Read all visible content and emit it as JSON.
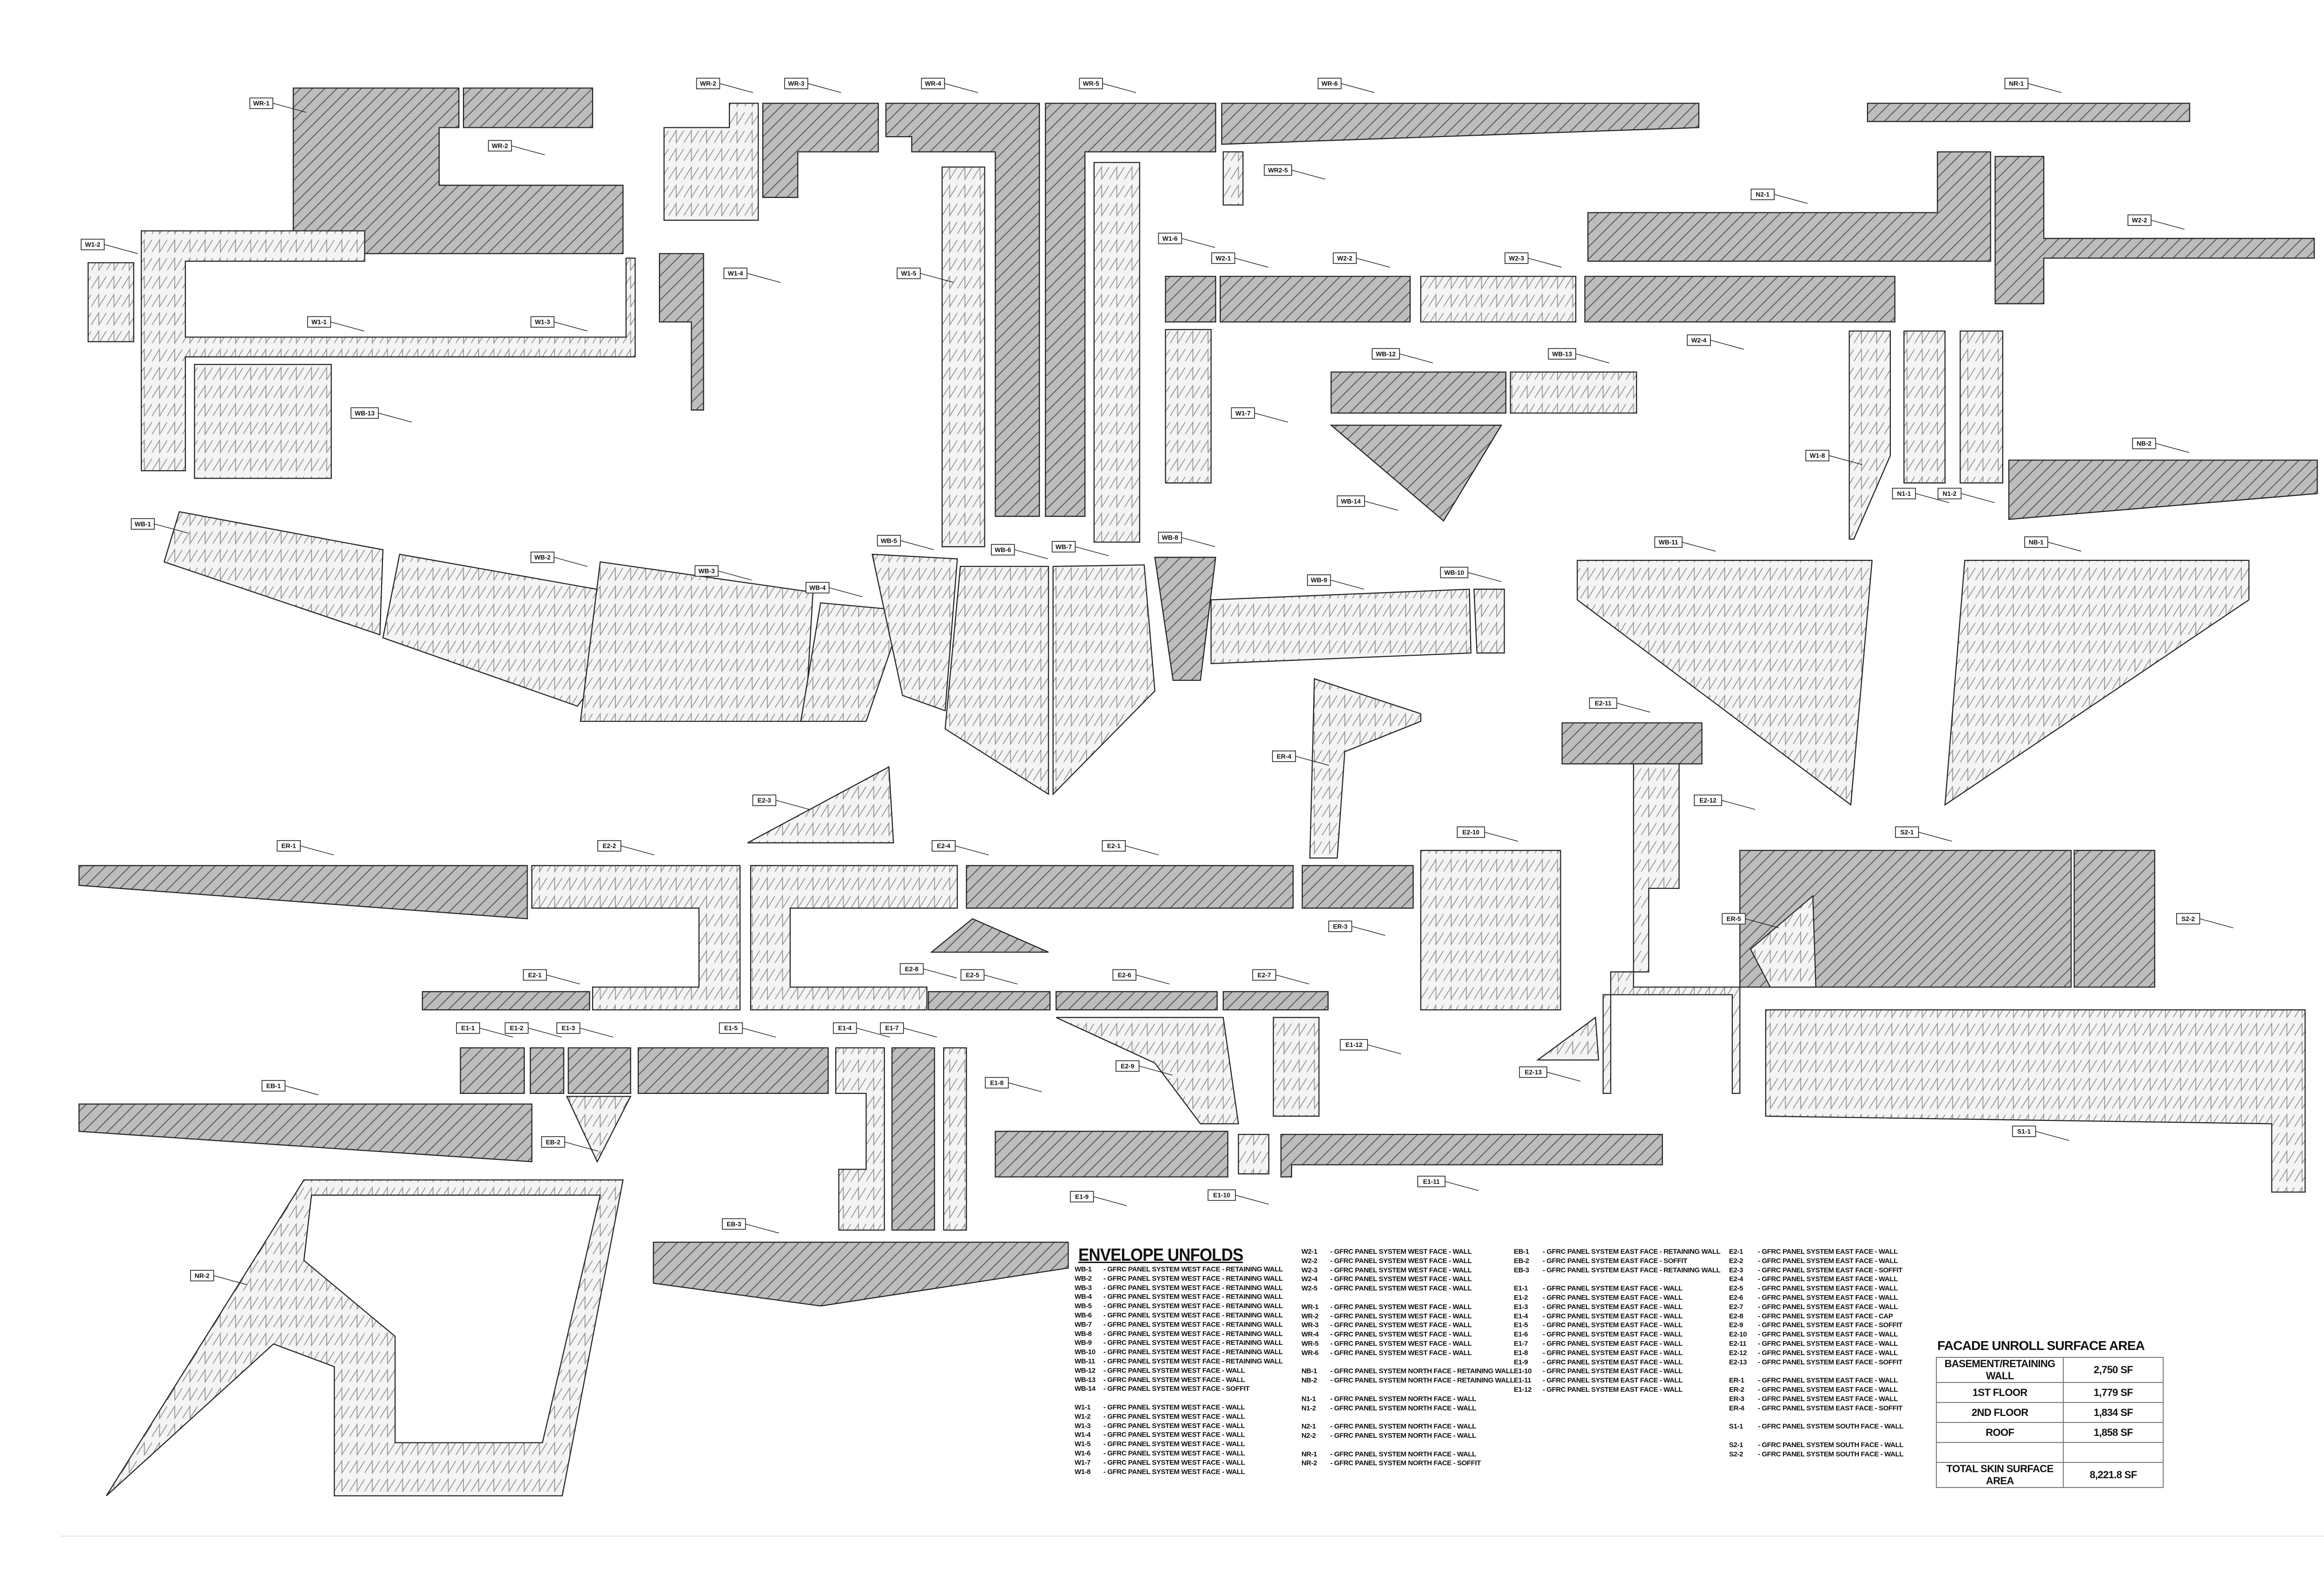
{
  "panel_labels": [
    "WR-1",
    "WR-2",
    "WR-2",
    "WR-3",
    "WR-4",
    "WR-5",
    "WR-6",
    "WR2-5",
    "NR-1",
    "W1-2",
    "W1-1",
    "W1-3",
    "WB-13",
    "W1-4",
    "W1-5",
    "W1-6",
    "W2-1",
    "W2-2",
    "W2-3",
    "W2-4",
    "N2-1",
    "W2-2",
    "W1-7",
    "WB-12",
    "WB-13",
    "WB-14",
    "W1-8",
    "N1-1",
    "N1-2",
    "NB-2",
    "WB-1",
    "WB-2",
    "WB-3",
    "WB-4",
    "WB-5",
    "WB-6",
    "WB-7",
    "WB-8",
    "WB-9",
    "WB-10",
    "WB-11",
    "NB-1",
    "ER-4",
    "E2-3",
    "ER-1",
    "E2-2",
    "E2-4",
    "E2-1",
    "ER-3",
    "E2-10",
    "E2-11",
    "E2-12",
    "E2-13",
    "S2-1",
    "S2-2",
    "ER-5",
    "E2-8",
    "E2-5",
    "E2-6",
    "E2-7",
    "E2-1",
    "E2-9",
    "E1-12",
    "S1-1",
    "E1-1",
    "E1-2",
    "E1-3",
    "E1-5",
    "E1-4",
    "E1-7",
    "E1-8",
    "EB-1",
    "EB-2",
    "E1-9",
    "E1-10",
    "E1-11",
    "EB-3",
    "NR-2"
  ],
  "legend": {
    "title": "ENVELOPE UNFOLDS",
    "columns": [
      [
        {
          "code": "WB-1",
          "desc": "-  GFRC PANEL SYSTEM WEST FACE - RETAINING WALL"
        },
        {
          "code": "WB-2",
          "desc": "-  GFRC PANEL SYSTEM WEST FACE - RETAINING WALL"
        },
        {
          "code": "WB-3",
          "desc": "-  GFRC PANEL SYSTEM WEST FACE - RETAINING WALL"
        },
        {
          "code": "WB-4",
          "desc": "-  GFRC PANEL SYSTEM WEST FACE - RETAINING WALL"
        },
        {
          "code": "WB-5",
          "desc": "-  GFRC PANEL SYSTEM WEST FACE - RETAINING WALL"
        },
        {
          "code": "WB-6",
          "desc": "-  GFRC PANEL SYSTEM WEST FACE - RETAINING WALL"
        },
        {
          "code": "WB-7",
          "desc": "-  GFRC PANEL SYSTEM WEST FACE - RETAINING WALL"
        },
        {
          "code": "WB-8",
          "desc": "-  GFRC PANEL SYSTEM WEST FACE - RETAINING WALL"
        },
        {
          "code": "WB-9",
          "desc": "-  GFRC PANEL SYSTEM WEST FACE - RETAINING WALL"
        },
        {
          "code": "WB-10",
          "desc": "-  GFRC PANEL SYSTEM WEST FACE - RETAINING WALL"
        },
        {
          "code": "WB-11",
          "desc": "-  GFRC PANEL SYSTEM WEST FACE - RETAINING WALL"
        },
        {
          "code": "WB-12",
          "desc": "-  GFRC PANEL SYSTEM WEST FACE - WALL"
        },
        {
          "code": "WB-13",
          "desc": "-  GFRC PANEL SYSTEM WEST FACE - WALL"
        },
        {
          "code": "WB-14",
          "desc": "-  GFRC PANEL SYSTEM WEST FACE - SOFFIT"
        },
        null,
        {
          "code": "W1-1",
          "desc": "-  GFRC PANEL SYSTEM WEST FACE - WALL"
        },
        {
          "code": "W1-2",
          "desc": "-  GFRC PANEL SYSTEM WEST FACE - WALL"
        },
        {
          "code": "W1-3",
          "desc": "-  GFRC PANEL SYSTEM WEST FACE - WALL"
        },
        {
          "code": "W1-4",
          "desc": "-  GFRC PANEL SYSTEM WEST FACE - WALL"
        },
        {
          "code": "W1-5",
          "desc": "-  GFRC PANEL SYSTEM WEST FACE - WALL"
        },
        {
          "code": "W1-6",
          "desc": "-  GFRC PANEL SYSTEM WEST FACE - WALL"
        },
        {
          "code": "W1-7",
          "desc": "-  GFRC PANEL SYSTEM WEST FACE - WALL"
        },
        {
          "code": "W1-8",
          "desc": "-  GFRC PANEL SYSTEM WEST FACE - WALL"
        }
      ],
      [
        {
          "code": "W2-1",
          "desc": "-  GFRC PANEL SYSTEM WEST FACE - WALL"
        },
        {
          "code": "W2-2",
          "desc": "-  GFRC PANEL SYSTEM WEST FACE - WALL"
        },
        {
          "code": "W2-3",
          "desc": "-  GFRC PANEL SYSTEM WEST FACE - WALL"
        },
        {
          "code": "W2-4",
          "desc": "-  GFRC PANEL SYSTEM WEST FACE - WALL"
        },
        {
          "code": "W2-5",
          "desc": "-  GFRC PANEL SYSTEM WEST FACE - WALL"
        },
        null,
        {
          "code": "WR-1",
          "desc": "-  GFRC PANEL SYSTEM WEST FACE - WALL"
        },
        {
          "code": "WR-2",
          "desc": "-  GFRC PANEL SYSTEM WEST FACE - WALL"
        },
        {
          "code": "WR-3",
          "desc": "-  GFRC PANEL SYSTEM WEST FACE - WALL"
        },
        {
          "code": "WR-4",
          "desc": "-  GFRC PANEL SYSTEM WEST FACE - WALL"
        },
        {
          "code": "WR-5",
          "desc": "-  GFRC PANEL SYSTEM WEST FACE - WALL"
        },
        {
          "code": "WR-6",
          "desc": "-  GFRC PANEL SYSTEM WEST FACE - WALL"
        },
        null,
        {
          "code": "NB-1",
          "desc": "-  GFRC PANEL SYSTEM NORTH FACE - RETAINING WALL"
        },
        {
          "code": "NB-2",
          "desc": "-  GFRC PANEL SYSTEM NORTH FACE - RETAINING WALL"
        },
        null,
        {
          "code": "N1-1",
          "desc": "-  GFRC PANEL SYSTEM NORTH FACE - WALL"
        },
        {
          "code": "N1-2",
          "desc": "-  GFRC PANEL SYSTEM NORTH FACE - WALL"
        },
        null,
        {
          "code": "N2-1",
          "desc": "-  GFRC PANEL SYSTEM NORTH FACE - WALL"
        },
        {
          "code": "N2-2",
          "desc": "-  GFRC PANEL SYSTEM NORTH FACE - WALL"
        },
        null,
        {
          "code": "NR-1",
          "desc": "-  GFRC PANEL SYSTEM NORTH FACE - WALL"
        },
        {
          "code": "NR-2",
          "desc": "-  GFRC PANEL SYSTEM NORTH FACE - SOFFIT"
        }
      ],
      [
        {
          "code": "EB-1",
          "desc": "-  GFRC PANEL SYSTEM EAST FACE - RETAINING WALL"
        },
        {
          "code": "EB-2",
          "desc": "-  GFRC PANEL SYSTEM EAST FACE - SOFFIT"
        },
        {
          "code": "EB-3",
          "desc": "-  GFRC PANEL SYSTEM EAST FACE - RETAINING WALL"
        },
        null,
        {
          "code": "E1-1",
          "desc": "-  GFRC PANEL SYSTEM EAST FACE - WALL"
        },
        {
          "code": "E1-2",
          "desc": "-  GFRC PANEL SYSTEM EAST FACE - WALL"
        },
        {
          "code": "E1-3",
          "desc": "-  GFRC PANEL SYSTEM EAST FACE - WALL"
        },
        {
          "code": "E1-4",
          "desc": "-  GFRC PANEL SYSTEM EAST FACE - WALL"
        },
        {
          "code": "E1-5",
          "desc": "-  GFRC PANEL SYSTEM EAST FACE - WALL"
        },
        {
          "code": "E1-6",
          "desc": "-  GFRC PANEL SYSTEM EAST FACE - WALL"
        },
        {
          "code": "E1-7",
          "desc": "-  GFRC PANEL SYSTEM EAST FACE - WALL"
        },
        {
          "code": "E1-8",
          "desc": "-  GFRC PANEL SYSTEM EAST FACE - WALL"
        },
        {
          "code": "E1-9",
          "desc": "-  GFRC PANEL SYSTEM EAST FACE - WALL"
        },
        {
          "code": "E1-10",
          "desc": "-  GFRC PANEL SYSTEM EAST FACE - WALL"
        },
        {
          "code": "E1-11",
          "desc": "-  GFRC PANEL SYSTEM EAST FACE - WALL"
        },
        {
          "code": "E1-12",
          "desc": "-  GFRC PANEL SYSTEM EAST FACE - WALL"
        }
      ],
      [
        {
          "code": "E2-1",
          "desc": "-  GFRC PANEL SYSTEM EAST FACE - WALL"
        },
        {
          "code": "E2-2",
          "desc": "-  GFRC PANEL SYSTEM EAST FACE - WALL"
        },
        {
          "code": "E2-3",
          "desc": "-  GFRC PANEL SYSTEM EAST FACE - SOFFIT"
        },
        {
          "code": "E2-4",
          "desc": "-  GFRC PANEL SYSTEM EAST FACE - WALL"
        },
        {
          "code": "E2-5",
          "desc": "-  GFRC PANEL SYSTEM EAST FACE - WALL"
        },
        {
          "code": "E2-6",
          "desc": "-  GFRC PANEL SYSTEM EAST FACE - WALL"
        },
        {
          "code": "E2-7",
          "desc": "-  GFRC PANEL SYSTEM EAST FACE - WALL"
        },
        {
          "code": "E2-8",
          "desc": "-  GFRC PANEL SYSTEM EAST FACE - CAP"
        },
        {
          "code": "E2-9",
          "desc": "-  GFRC PANEL SYSTEM EAST FACE - SOFFIT"
        },
        {
          "code": "E2-10",
          "desc": "-  GFRC PANEL SYSTEM EAST FACE - WALL"
        },
        {
          "code": "E2-11",
          "desc": "-  GFRC PANEL SYSTEM EAST FACE - WALL"
        },
        {
          "code": "E2-12",
          "desc": "-  GFRC PANEL SYSTEM EAST FACE - WALL"
        },
        {
          "code": "E2-13",
          "desc": "-  GFRC PANEL SYSTEM EAST FACE - SOFFIT"
        },
        null,
        {
          "code": "ER-1",
          "desc": "-  GFRC PANEL SYSTEM EAST FACE - WALL"
        },
        {
          "code": "ER-2",
          "desc": "-  GFRC PANEL SYSTEM EAST FACE - WALL"
        },
        {
          "code": "ER-3",
          "desc": "-  GFRC PANEL SYSTEM EAST FACE - WALL"
        },
        {
          "code": "ER-4",
          "desc": "-  GFRC PANEL SYSTEM EAST FACE - SOFFIT"
        },
        null,
        {
          "code": "S1-1",
          "desc": "-  GFRC PANEL SYSTEM SOUTH FACE - WALL"
        },
        null,
        {
          "code": "S2-1",
          "desc": "-  GFRC PANEL SYSTEM SOUTH FACE - WALL"
        },
        {
          "code": "S2-2",
          "desc": "-  GFRC PANEL SYSTEM SOUTH FACE - WALL"
        }
      ]
    ]
  },
  "surface_area": {
    "title": "FACADE UNROLL SURFACE AREA",
    "rows": [
      {
        "label": "BASEMENT/RETAINING WALL",
        "value": "2,750 SF"
      },
      {
        "label": "1ST FLOOR",
        "value": "1,779 SF"
      },
      {
        "label": "2ND FLOOR",
        "value": "1,834 SF"
      },
      {
        "label": "ROOF",
        "value": "1,858 SF"
      },
      {
        "label": "",
        "value": ""
      },
      {
        "label": "TOTAL SKIN SURFACE AREA",
        "value": "8,221.8 SF"
      }
    ]
  }
}
